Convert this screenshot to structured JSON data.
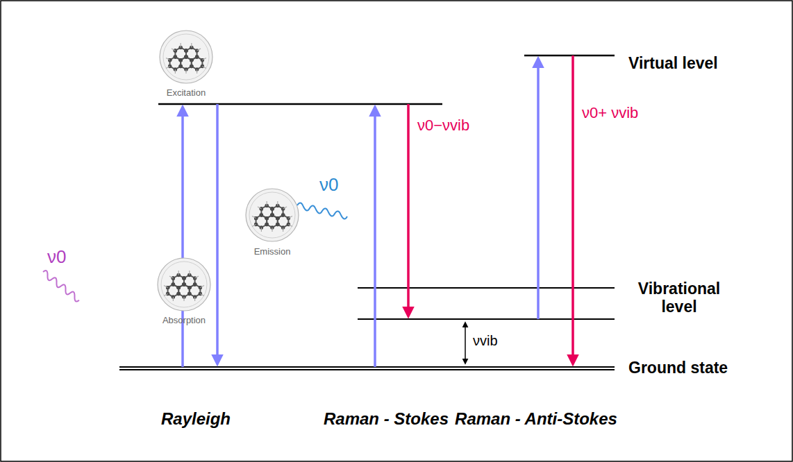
{
  "diagram": {
    "labels": [
      "Excitation",
      "ν0",
      "Absorption",
      "ν0",
      "Emission",
      "ν0−νvib",
      "ν0+ νvib",
      "νvib",
      "Virtual level",
      "Vibrational level",
      "Ground state",
      "Rayleigh",
      "Raman - Stokes",
      "Raman - Anti-Stokes"
    ]
  }
}
